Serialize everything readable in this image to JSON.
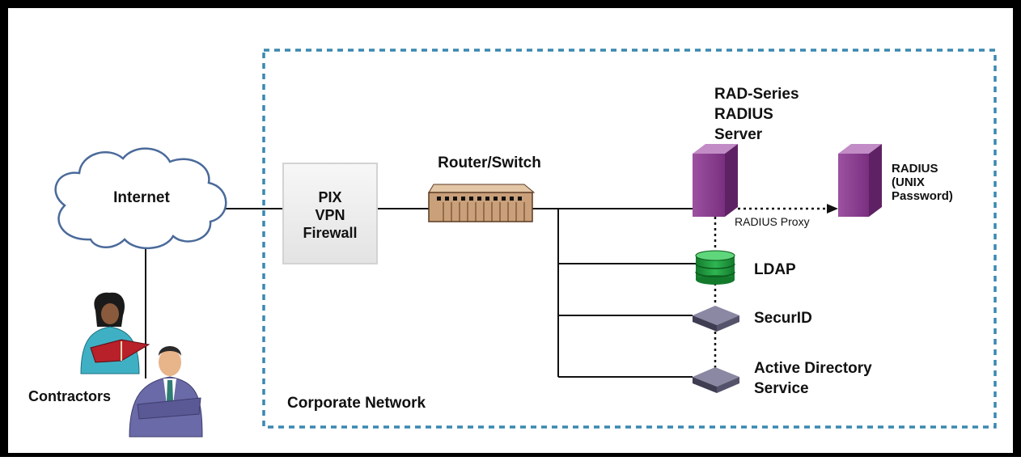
{
  "diagram": {
    "internet": "Internet",
    "firewall": "PIX\nVPN\nFirewall",
    "router": "Router/Switch",
    "radius_server": "RAD-Series\nRADIUS\nServer",
    "radius_unix": "RADIUS\n(UNIX\nPassword)",
    "radius_proxy": "RADIUS Proxy",
    "ldap": "LDAP",
    "securid": "SecurID",
    "active_directory": "Active Directory\nService",
    "corporate_network": "Corporate Network",
    "contractors": "Contractors"
  },
  "colors": {
    "frame": "#000000",
    "network_boundary": "#3a88b0",
    "server_purple": "#8a3f8c",
    "ldap_green": "#1f9c3d",
    "device_gray": "#5b5870",
    "router_tan": "#c9a07a",
    "firewall_panel": "#ededed"
  }
}
